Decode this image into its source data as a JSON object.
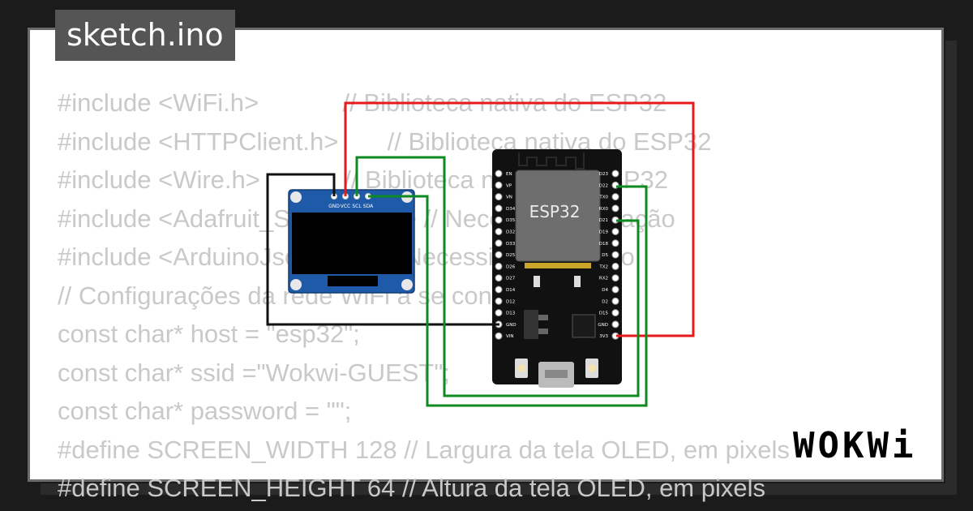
{
  "title": "sketch.ino",
  "code_lines": [
    "#include <WiFi.h>            // Biblioteca nativa do ESP32",
    "#include <HTTPClient.h>       // Biblioteca nativa do ESP32",
    "#include <Wire.h>            // Biblioteca nativa do ESP32",
    "#include <Adafruit_SSD1306.h> // Necessita instalação",
    "#include <ArduinoJson.h>     // Necessita instalação",
    "// Configurações da rede WiFi à se conectar",
    "const char* host = \"esp32\";",
    "const char* ssid =\"Wokwi-GUEST\";",
    "const char* password = \"\";",
    "#define SCREEN_WIDTH 128 // Largura da tela OLED, em pixels",
    "#define SCREEN_HEIGHT 64 // Altura da tela OLED, em pixels"
  ],
  "oled": {
    "pins": [
      "GND",
      "VCC",
      "SCL",
      "SDA"
    ]
  },
  "esp32": {
    "label": "ESP32",
    "left_pins": [
      "EN",
      "VP",
      "VN",
      "D34",
      "D35",
      "D32",
      "D33",
      "D25",
      "D26",
      "D27",
      "D14",
      "D12",
      "D13",
      "GND",
      "VIN"
    ],
    "right_pins": [
      "D23",
      "D22",
      "TX0",
      "RX0",
      "D21",
      "D19",
      "D18",
      "D5",
      "TX2",
      "RX2",
      "D4",
      "D2",
      "D15",
      "GND",
      "3V3"
    ]
  },
  "wire_colors": {
    "vcc": "#e8191b",
    "gnd": "#111111",
    "scl": "#0d8a21",
    "sda": "#0d8a21"
  },
  "brand": "WOKWi"
}
